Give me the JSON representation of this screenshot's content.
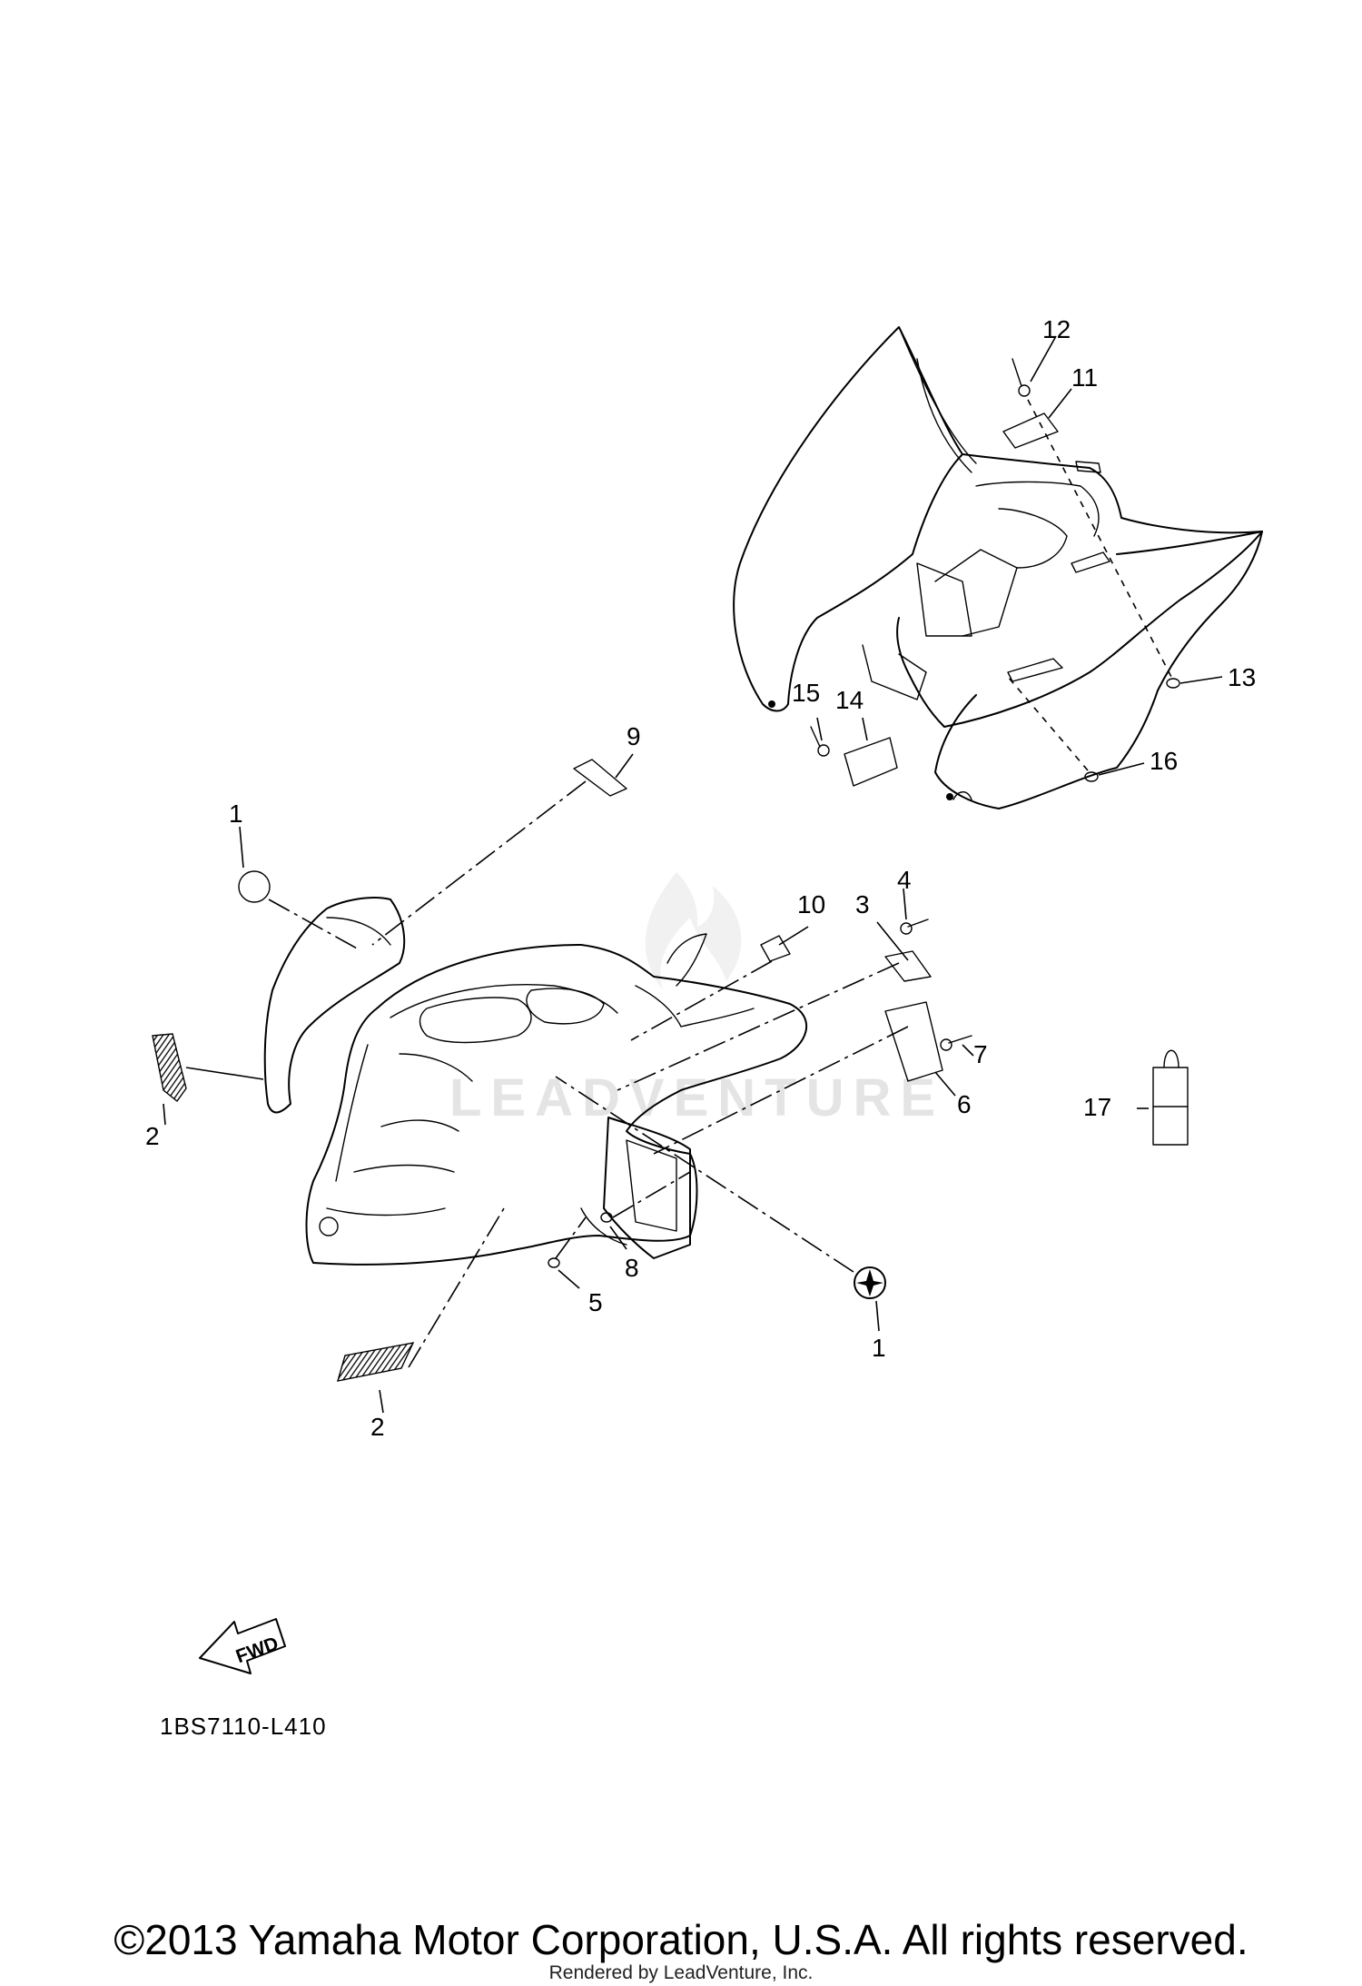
{
  "diagram": {
    "code": "1BS7110-L410",
    "watermark": "LEADVENTURE",
    "fwd_label": "FWD",
    "callouts": {
      "c1a": "1",
      "c1b": "1",
      "c2a": "2",
      "c2b": "2",
      "c3": "3",
      "c4": "4",
      "c5": "5",
      "c6": "6",
      "c7": "7",
      "c8": "8",
      "c9": "9",
      "c10": "10",
      "c11": "11",
      "c12": "12",
      "c13": "13",
      "c14": "14",
      "c15": "15",
      "c16": "16",
      "c17": "17"
    }
  },
  "footer": {
    "copyright": "©2013 Yamaha Motor Corporation, U.S.A. All rights reserved.",
    "rendered_by": "Rendered by LeadVenture, Inc."
  }
}
